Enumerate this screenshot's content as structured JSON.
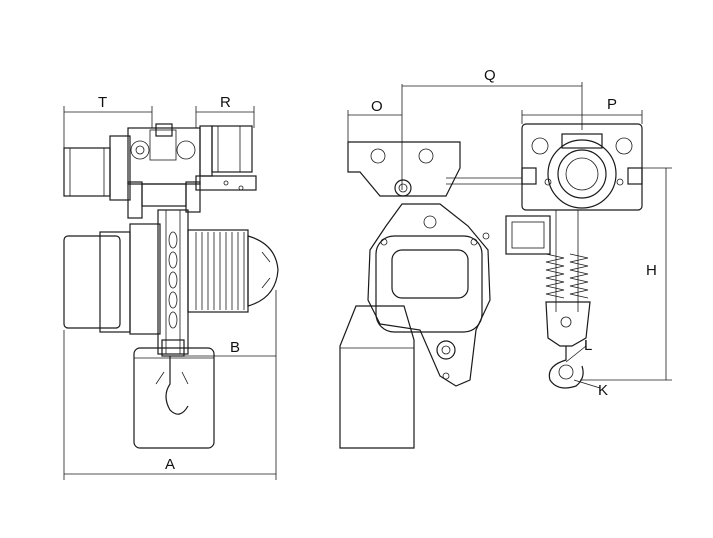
{
  "labels": {
    "T": "T",
    "R": "R",
    "O": "O",
    "Q": "Q",
    "P": "P",
    "H": "H",
    "B": "B",
    "A": "A",
    "L": "L",
    "K": "K"
  }
}
